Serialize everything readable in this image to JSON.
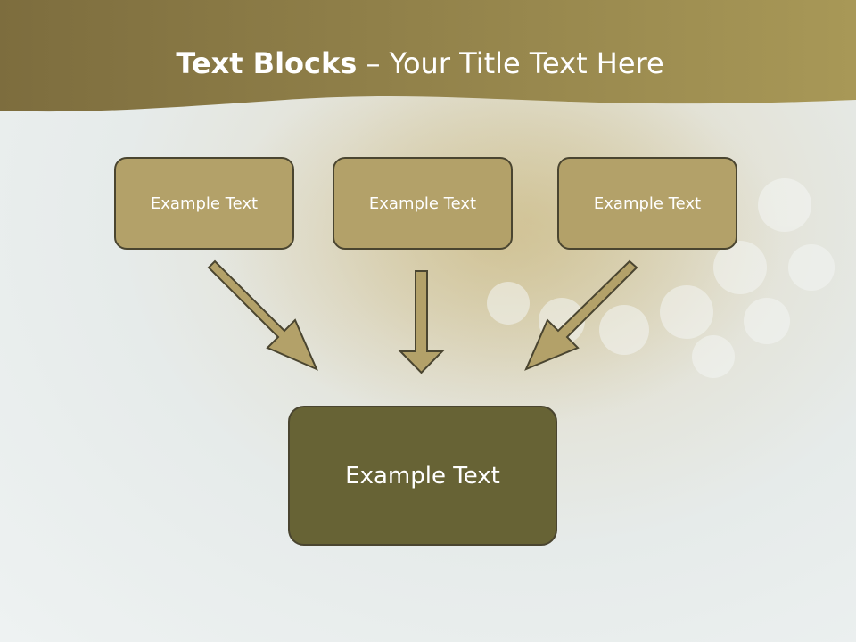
{
  "title": {
    "bold": "Text Blocks",
    "rest": " – Your Title Text Here"
  },
  "blocks": {
    "top_left": "Example Text",
    "top_center": "Example Text",
    "top_right": "Example Text",
    "bottom": "Example Text"
  },
  "colors": {
    "header_band": "#8c7a46",
    "top_box": "#b3a169",
    "bottom_box": "#676335",
    "arrow": "#b3a169",
    "outline": "#4a4530"
  }
}
